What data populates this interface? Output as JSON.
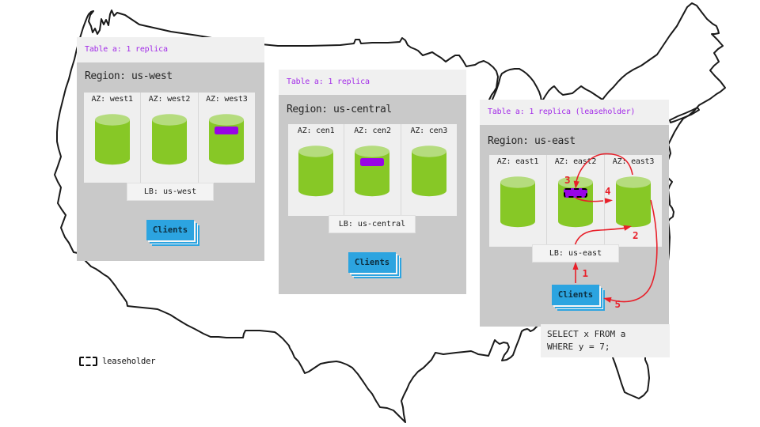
{
  "diagram": {
    "description": "Geo-partitioned table replicas across three US regions on a US map",
    "colors": {
      "map_outline": "#1a1a1a",
      "region_box_bg": "#f0f0f0",
      "region_body_bg": "#c9c9c9",
      "az_panel_bg": "#efefef",
      "cylinder_body": "#87c826",
      "cylinder_top": "#b5dc7e",
      "replica_purple": "#9804e6",
      "title_purple": "#a22be8",
      "clients_blue": "#2ca4e0",
      "arrow_red": "#e8202a"
    }
  },
  "regions": [
    {
      "id": "us-west",
      "table_label": "Table a: 1 replica",
      "region_label": "Region: us-west",
      "azs": [
        {
          "label": "AZ: west1"
        },
        {
          "label": "AZ: west2"
        },
        {
          "label": "AZ: west3"
        }
      ],
      "lb_label": "LB: us-west",
      "clients_label": "Clients"
    },
    {
      "id": "us-central",
      "table_label": "Table a: 1 replica",
      "region_label": "Region: us-central",
      "azs": [
        {
          "label": "AZ: cen1"
        },
        {
          "label": "AZ: cen2"
        },
        {
          "label": "AZ: cen3"
        }
      ],
      "lb_label": "LB: us-central",
      "clients_label": "Clients"
    },
    {
      "id": "us-east",
      "table_label": "Table a: 1 replica (leaseholder)",
      "region_label": "Region: us-east",
      "azs": [
        {
          "label": "AZ: east1"
        },
        {
          "label": "AZ: east2"
        },
        {
          "label": "AZ: east3"
        }
      ],
      "lb_label": "LB: us-east",
      "clients_label": "Clients"
    }
  ],
  "flow_labels": [
    "1",
    "2",
    "3",
    "4",
    "5"
  ],
  "sql_note": {
    "line1": "SELECT x FROM a",
    "line2": "WHERE y = 7;"
  },
  "legend": {
    "label": "leaseholder"
  }
}
